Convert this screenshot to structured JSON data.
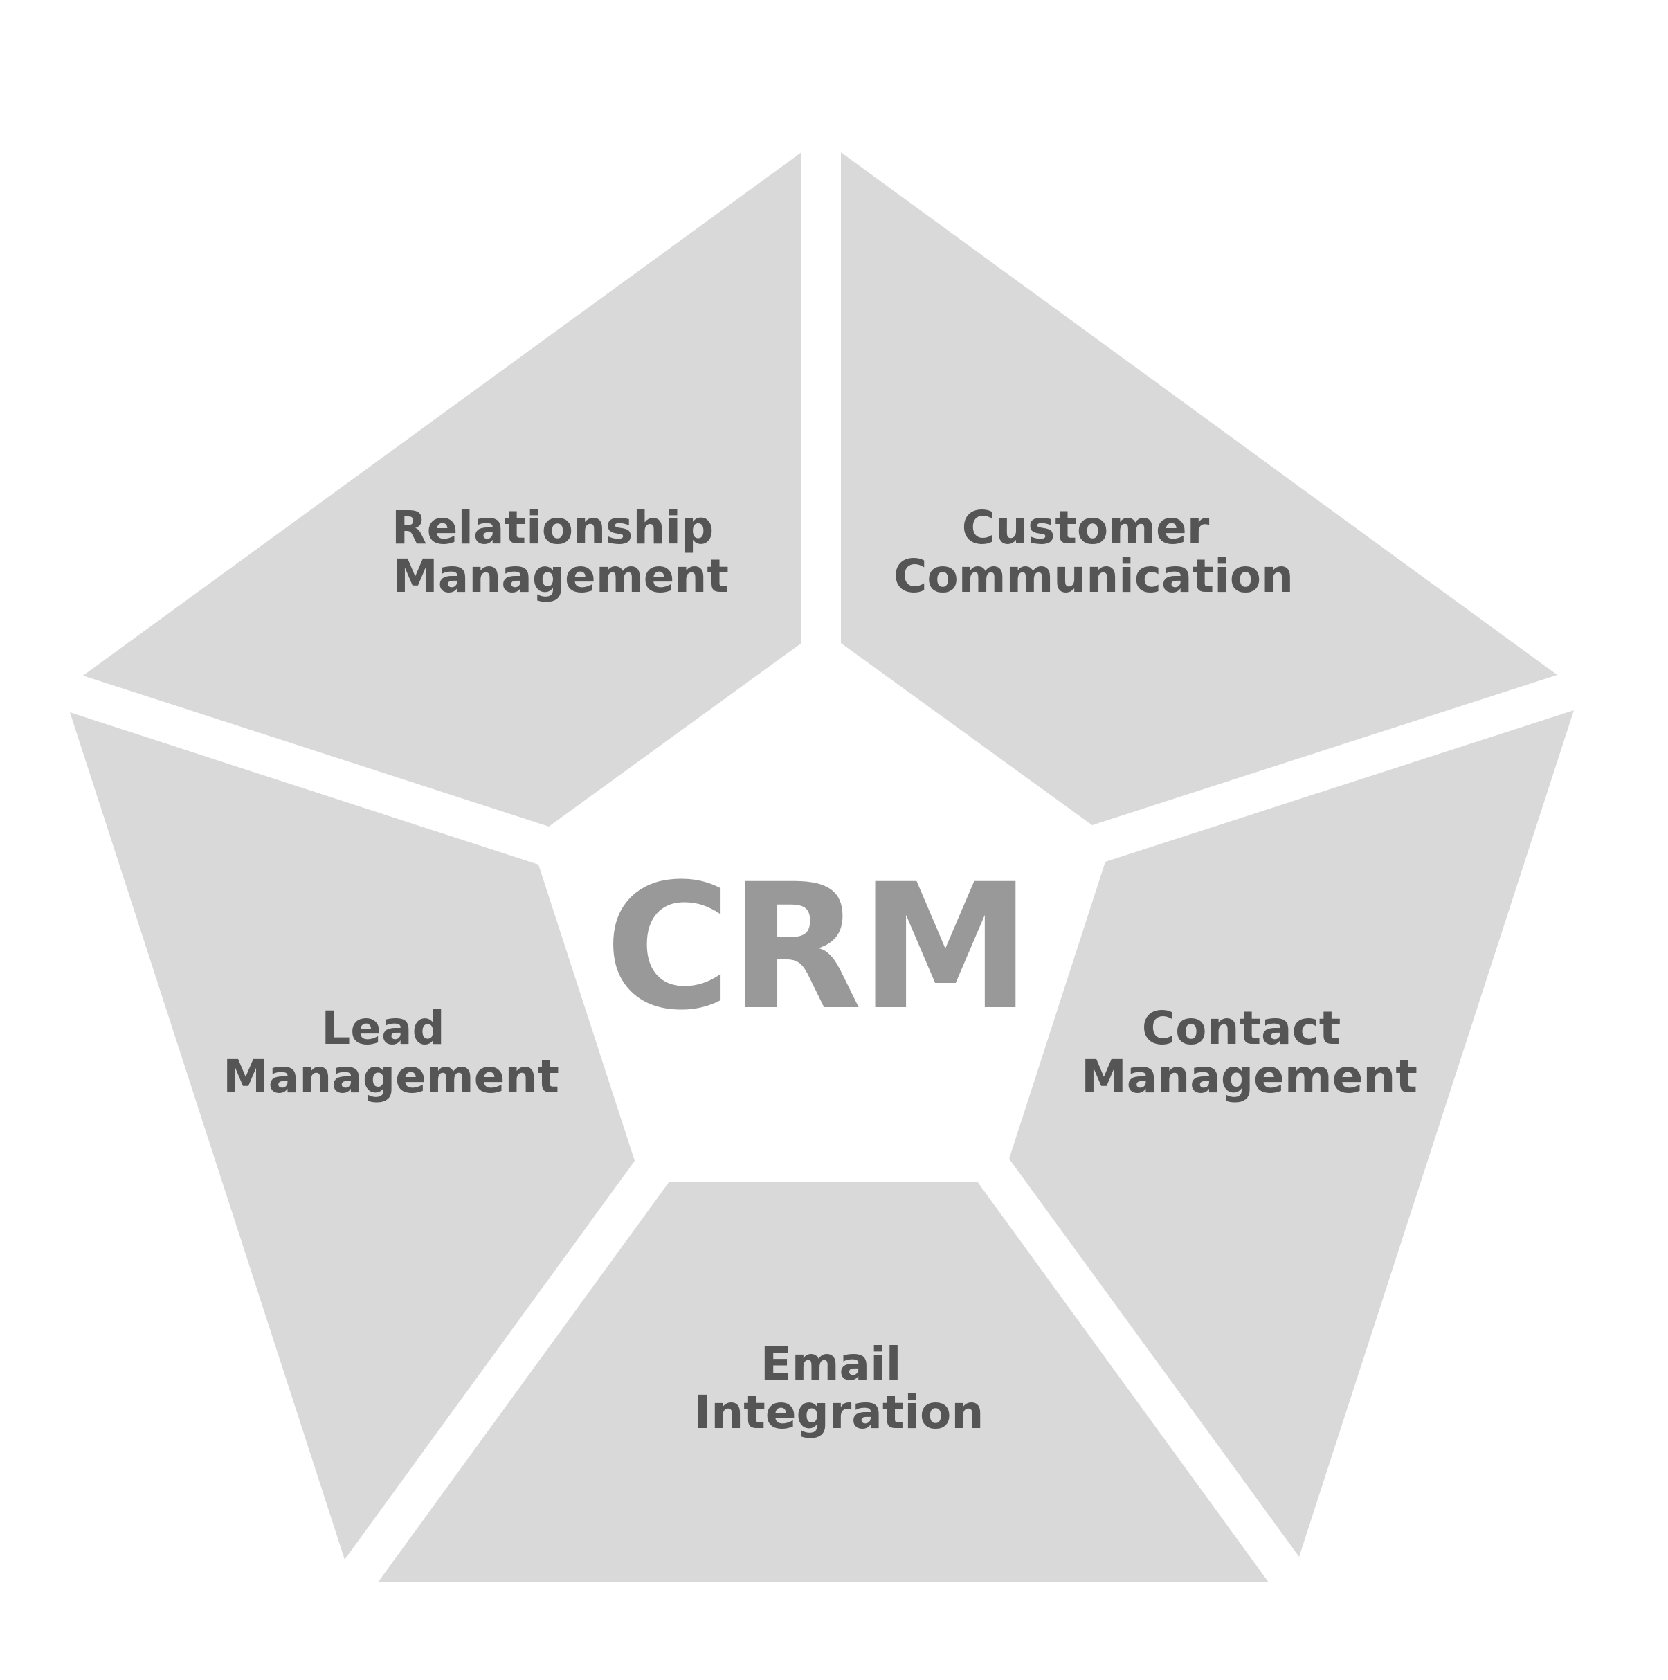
{
  "diagram": {
    "center_label": "CRM",
    "segments": [
      {
        "lines": [
          "Relationship",
          "Management"
        ]
      },
      {
        "lines": [
          "Customer",
          "Communication"
        ]
      },
      {
        "lines": [
          "Contact",
          "Management"
        ]
      },
      {
        "lines": [
          "Email",
          "Integration"
        ]
      },
      {
        "lines": [
          "Lead",
          "Management"
        ]
      }
    ]
  },
  "colors": {
    "background": "#ffffff",
    "segment_fill": "#d9d9d9",
    "segment_text": "#555555",
    "center_text": "#999999"
  }
}
